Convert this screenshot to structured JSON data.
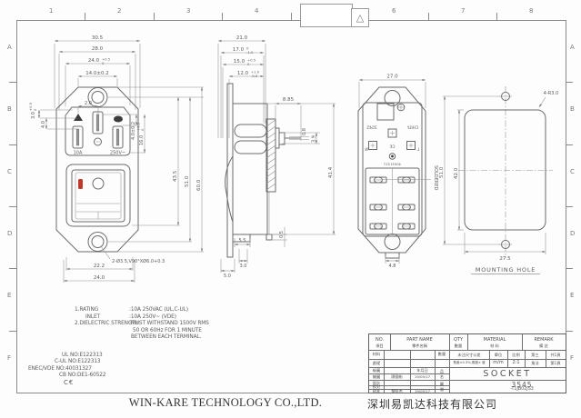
{
  "frame": {
    "cols": [
      "1",
      "2",
      "3",
      "4",
      "6",
      "7",
      "8"
    ],
    "rows": [
      "A",
      "B",
      "C",
      "D",
      "E",
      "F"
    ],
    "projection_symbol": "△"
  },
  "front": {
    "d_305": "30.5",
    "d_280": "28.0",
    "d_240": "24.0",
    "d_240_tp": "+0.5",
    "d_240_tb": "0",
    "d_140": "14.0±0.2",
    "d_20": "2.0",
    "d_30": "3.0",
    "d_30_tp": "+0.5",
    "d_30_tb": "0",
    "d_40": "4.0",
    "d_40p": "4.0±0.2",
    "d_160": "16.0",
    "d_160_tp": "+0.5",
    "d_160_tb": "0",
    "d_435": "43.5",
    "d_510": "51.0",
    "d_600": "60.0",
    "d_222": "22.2",
    "d_240b": "24.0",
    "callout": "2-Ø3.5,V90°XØ6.0+0.3",
    "label_current": "10A",
    "label_voltage": "250V~"
  },
  "side": {
    "d_210": "21.0",
    "d_170": "17.0",
    "d_170_tp": "0",
    "d_170_tb": "-1.0",
    "d_150": "15.0",
    "d_150_tp": "+0.5",
    "d_150_tb": "0",
    "d_120": "12.0",
    "d_120_tp": "+1.0",
    "d_120_tb": "-0.5",
    "d_885": "8.85",
    "d_08": "0.8",
    "d_39": "3.9",
    "d_414": "41.4",
    "d_55": "5.5",
    "d_05": "0.5",
    "d_30": "3.0",
    "d_50": "5.0"
  },
  "back": {
    "d_270": "27.0",
    "d_48": "4.8",
    "model": "3545",
    "brand": "CHILY",
    "ce": "C€",
    "cert_no": "40031327",
    "neutral": "N",
    "line": "L",
    "soldered": "SOLDERED"
  },
  "hole": {
    "d_510": "51.0",
    "d_420": "42.0",
    "d_275": "27.5",
    "d_r": "4-R3.0",
    "caption": "MOUNTING HOLE"
  },
  "notes": {
    "l1_label": "1.RATING",
    "l1_value": ":10A 250VAC (UL,C-UL)",
    "l2_label": "INLET",
    "l2_value": ":10A 250V~ (VDE)",
    "l3_label": "2.DIELECTRIC STRENGTH",
    "l3_value": ":MUST WITHSTAND 1500V RMS",
    "l4_value": "50 OR 60Hz FOR 1 MINUTE",
    "l5_value": "BETWEEN EACH TERMINAL.",
    "cert1": "UL NO:E122313",
    "cert2": "C-UL NO:E122313",
    "cert3": "ENEC/VDE NO:40031327",
    "cert4": "CB NO:DE1-60522",
    "ce_mark": "C€"
  },
  "title_block": {
    "no_en": "NO.",
    "no_cn": "項目",
    "part_en": "PART NAME",
    "part_cn": "零件名稱",
    "qty_en": "QTY",
    "qty_cn": "數量",
    "mat_en": "MATERIAL",
    "mat_cn": "材 料",
    "remark_en": "REMARK",
    "remark_cn": "備 註",
    "row1": "材料",
    "row2": "處理",
    "row3": "檢圖",
    "row4": "繪圖",
    "row5": "設計",
    "row6": "校對",
    "row7": "核准",
    "date_header": "年月日",
    "drawn_name": "廖國彬",
    "drawn_date": "19/05/17",
    "approved_name": "黎桂杰",
    "approved_date": "19/05/17",
    "qty_cell": "數量",
    "tol1": "未注尺寸公差",
    "tol2": "長度±0.3%,角度± 度",
    "unit_label": "單位",
    "unit_value": "m/m",
    "scale_label": "比例",
    "scale_value": "2:1",
    "proj1": "第三",
    "proj2": "角法",
    "sheet1": "共1頁",
    "sheet2": "第1頁",
    "pn1": "品",
    "pn2": "名",
    "dn1": "圖",
    "dn2": "號",
    "part_name": "SOCKET",
    "dwg_no1": "3545",
    "dwg_no2": "-T1JB02JS3"
  },
  "footer": {
    "company_en": "WIN-KARE TECHNOLOGY CO.,LTD.",
    "company_cn": "深圳易凯达科技有限公司"
  }
}
